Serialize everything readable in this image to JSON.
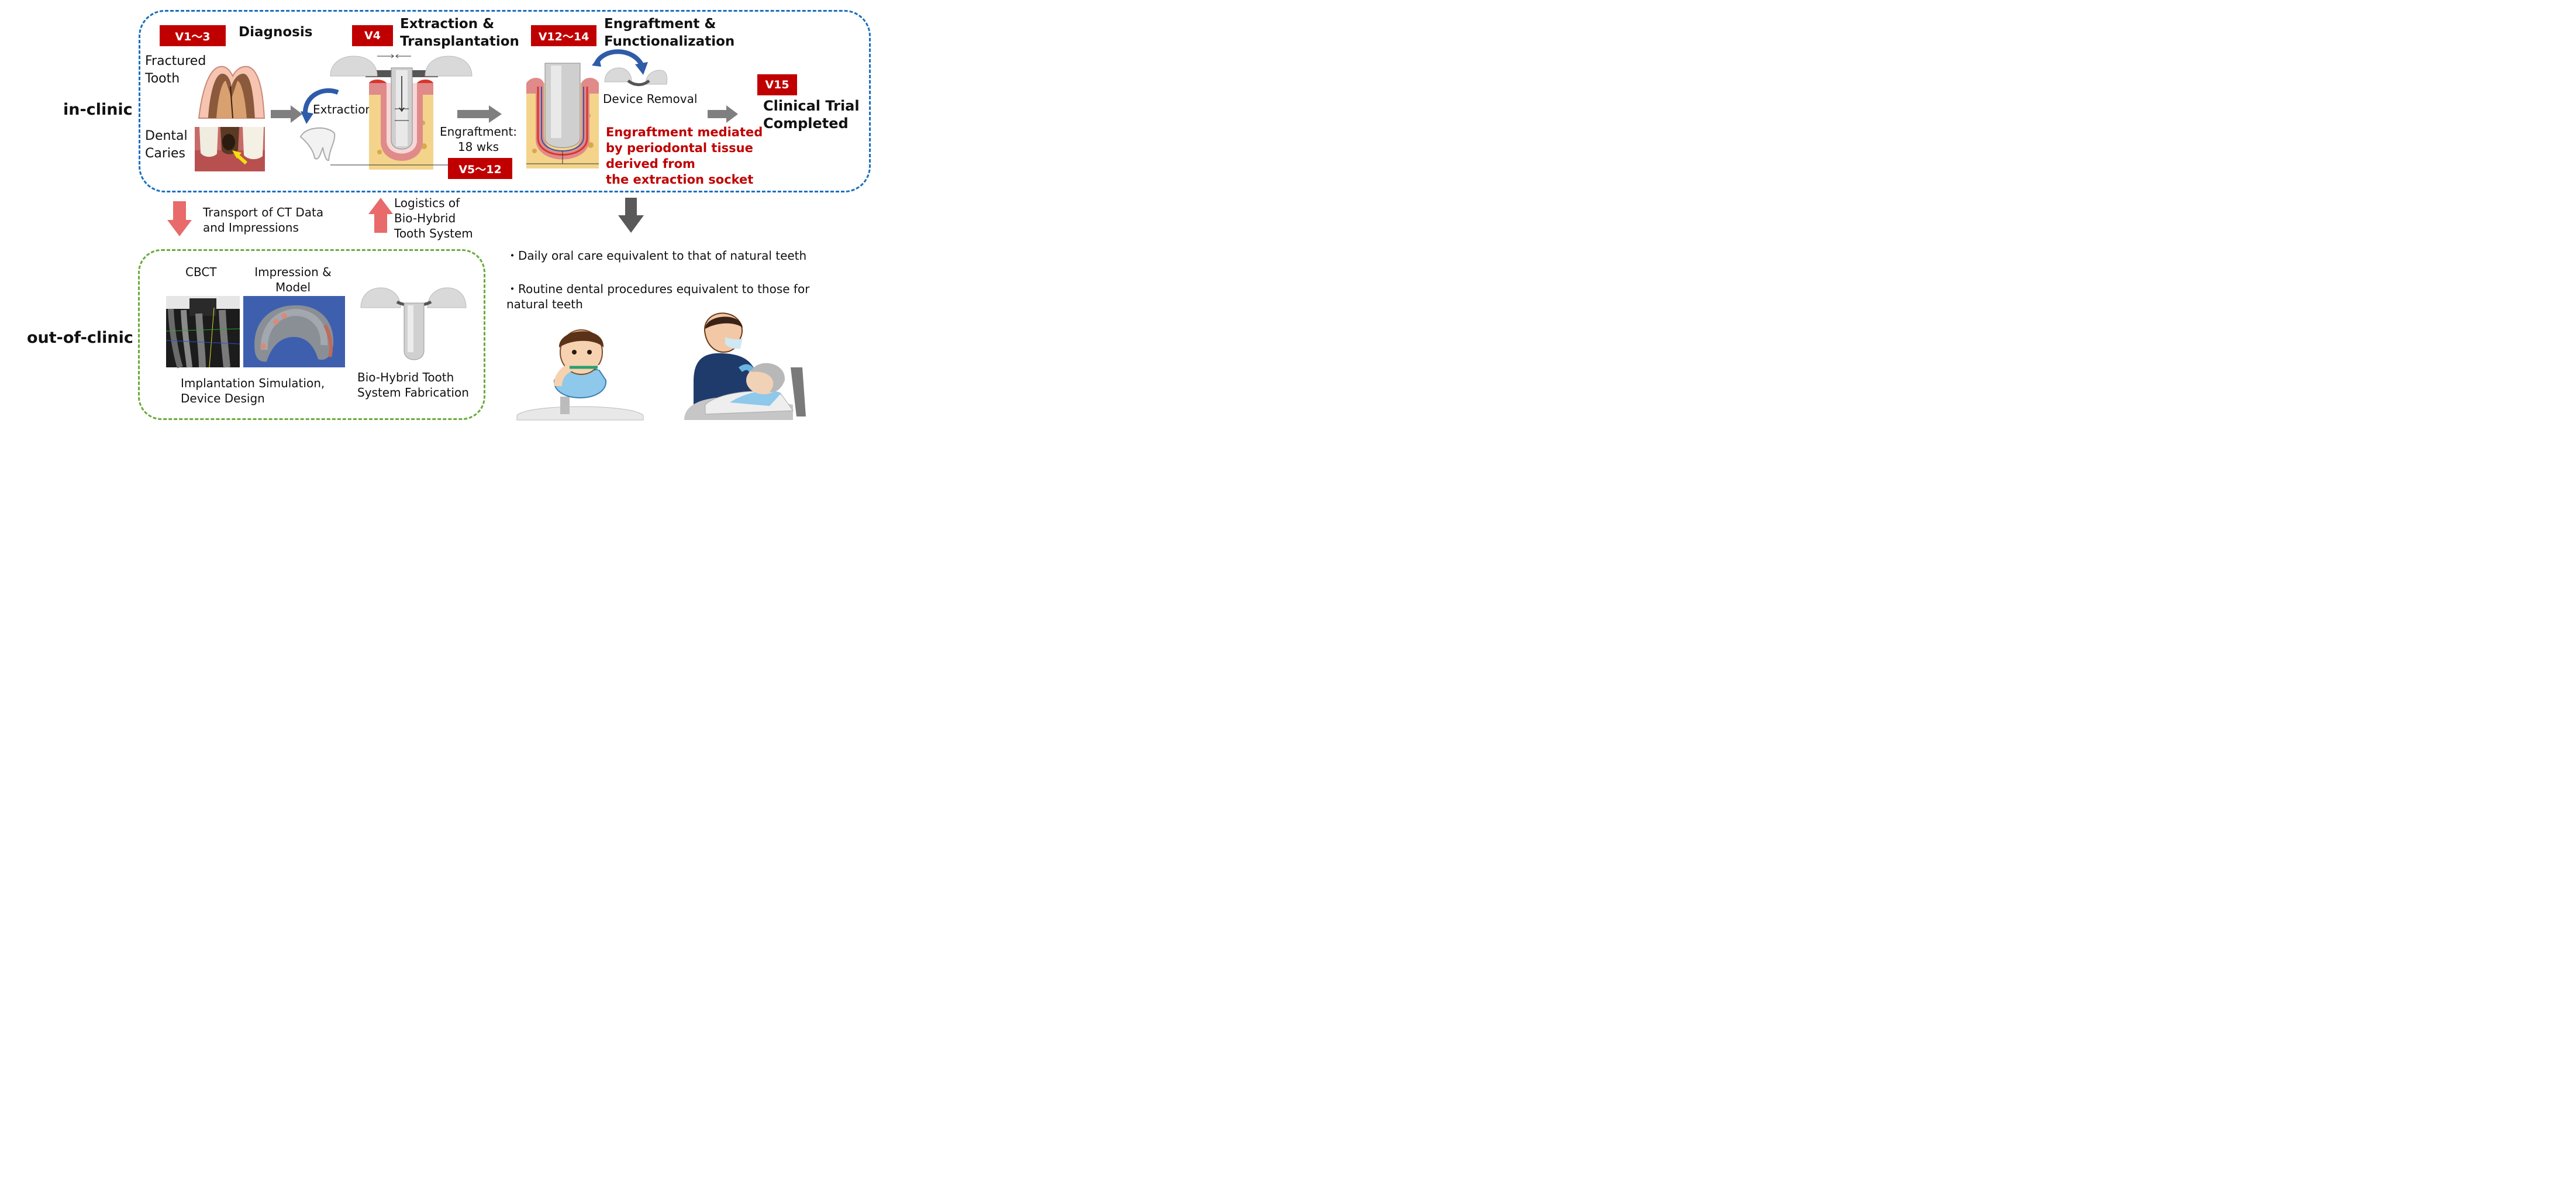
{
  "in_clinic": {
    "side_label": "in-clinic",
    "diagnosis": {
      "badge": "V1〜3",
      "title": "Diagnosis",
      "fractured_tooth": [
        "Fractured",
        "Tooth"
      ],
      "dental_caries": [
        "Dental",
        "Caries"
      ]
    },
    "extraction": {
      "badge": "V4",
      "title": [
        "Extraction &",
        "Transplantation"
      ],
      "step_label": "Extraction"
    },
    "engraftment_period": {
      "label": [
        "Engraftment:",
        "18 wks"
      ],
      "badge": "V5〜12"
    },
    "functionalization": {
      "badge": "V12〜14",
      "title": [
        "Engraftment &",
        "Functionalization"
      ],
      "device_removal": "Device Removal",
      "note": [
        "Engraftment mediated",
        "by periodontal tissue",
        "derived from",
        "the extraction socket"
      ]
    },
    "completion": {
      "badge": "V15",
      "title": [
        "Clinical Trial",
        "Completed"
      ]
    }
  },
  "transfers": {
    "transport": [
      "Transport of CT Data",
      "and Impressions"
    ],
    "logistics": [
      "Logistics of",
      "Bio-Hybrid",
      "Tooth System"
    ]
  },
  "out_of_clinic": {
    "side_label": "out-of-clinic",
    "cbct_label": "CBCT",
    "impression_label": [
      "Impression &",
      "Model"
    ],
    "simulation_label": [
      "Implantation Simulation,",
      "Device Design"
    ],
    "fabrication_label": [
      "Bio-Hybrid Tooth",
      "System Fabrication"
    ]
  },
  "outcomes": {
    "bullet": "・",
    "items": [
      [
        "Daily oral care equivalent to that of natural teeth"
      ],
      [
        "Routine dental procedures equivalent to those for",
        "natural teeth"
      ]
    ]
  },
  "colors": {
    "badge_red": "#c00000",
    "clinic_border": "#1a6fbf",
    "out_border": "#6aab3a",
    "flow_arrow_gray": "#7f7f7f",
    "transfer_arrow_pink": "#e86a6a",
    "curved_arrow_blue": "#2e5ca8"
  }
}
